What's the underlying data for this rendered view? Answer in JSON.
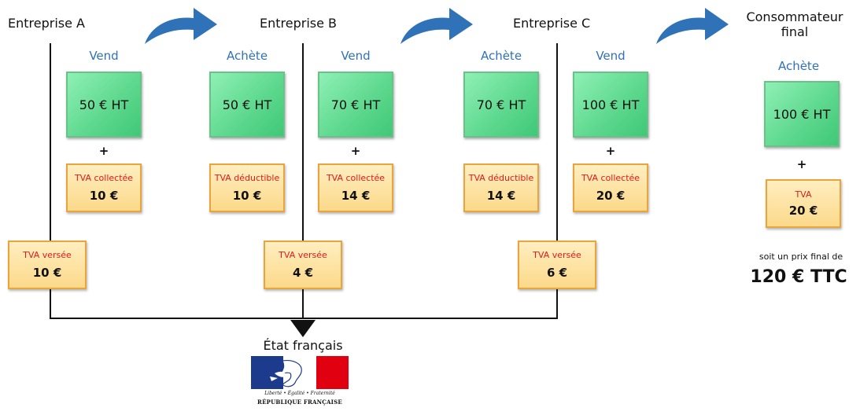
{
  "titles": {
    "a": "Entreprise A",
    "b": "Entreprise B",
    "c": "Entreprise C",
    "consumer_line1": "Consommateur",
    "consumer_line2": "final"
  },
  "actions": {
    "a_sell": "Vend",
    "b_buy": "Achète",
    "b_sell": "Vend",
    "c_buy": "Achète",
    "c_sell": "Vend",
    "consumer_buy": "Achète"
  },
  "prices": {
    "a_sell": "50 € HT",
    "b_buy": "50 € HT",
    "b_sell": "70 € HT",
    "c_buy": "70 € HT",
    "c_sell": "100 € HT",
    "consumer": "100 € HT"
  },
  "plus": "+",
  "vat": {
    "a_collected": {
      "label": "TVA collectée",
      "value": "10 €"
    },
    "b_deductible": {
      "label": "TVA déductible",
      "value": "10 €"
    },
    "b_collected": {
      "label": "TVA collectée",
      "value": "14 €"
    },
    "c_deductible": {
      "label": "TVA déductible",
      "value": "14 €"
    },
    "c_collected": {
      "label": "TVA collectée",
      "value": "20 €"
    },
    "consumer": {
      "label": "TVA",
      "value": "20 €"
    }
  },
  "paid": {
    "a": {
      "label": "TVA versée",
      "value": "10 €"
    },
    "b": {
      "label": "TVA versée",
      "value": "4 €"
    },
    "c": {
      "label": "TVA versée",
      "value": "6 €"
    }
  },
  "final": {
    "caption": "soit un prix final de",
    "price": "120 € TTC"
  },
  "state": {
    "title": "État français",
    "motto": "Liberté • Égalité • Fraternité",
    "republic": "RÉPUBLIQUE FRANÇAISE"
  },
  "colors": {
    "arrow_blue": "#2f72b8",
    "action_blue": "#2f72b8",
    "vat_red": "#e01a1a",
    "flag_blue": "#1c3b8c",
    "flag_red": "#e1000f"
  },
  "icons": {
    "flow_arrow": "curved-right-arrow",
    "state_arrow": "down-triangle",
    "logo": "marianne-logo"
  }
}
